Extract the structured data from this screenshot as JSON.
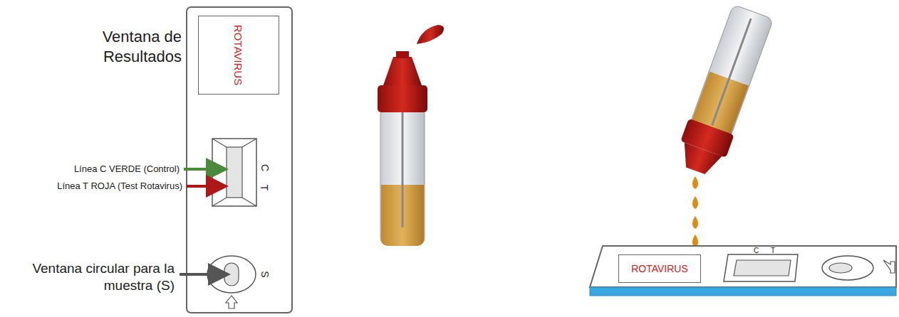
{
  "diagram": {
    "nodes": [
      {
        "text": [
          "ROTAVIRUS"
        ]
      },
      {
        "text": [
          "ROTAVIRUS"
        ]
      }
    ],
    "labels": [
      "Ventana de Resultados",
      "Línea C VERDE (Control)",
      "Línea T ROJA (Test Rotavirus)",
      "Ventana circular para la muestra (S)",
      "C",
      "T",
      "S",
      "C",
      "T"
    ]
  }
}
